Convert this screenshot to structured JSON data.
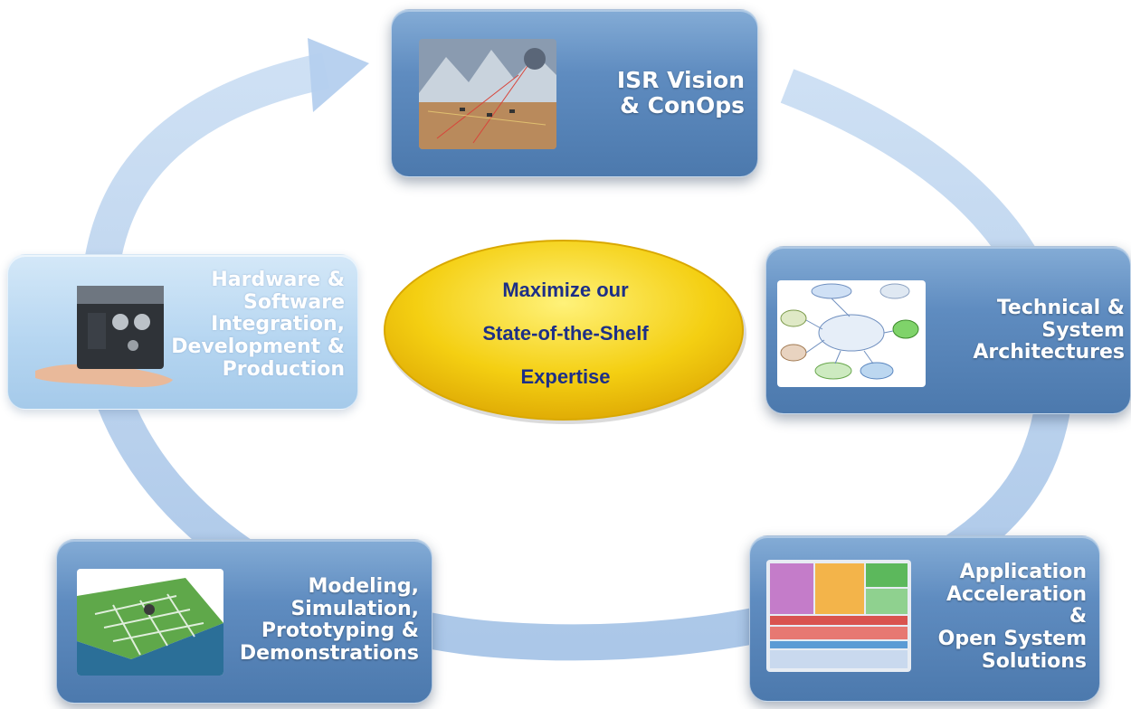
{
  "center": {
    "lines": [
      "Maximize our",
      "State-of-the-Shelf",
      "Expertise"
    ]
  },
  "cards": {
    "isr": {
      "lines": [
        "ISR Vision",
        "& ConOps"
      ],
      "image": "battlefield-scene-image"
    },
    "technical": {
      "lines": [
        "Technical &",
        "System",
        "Architectures"
      ],
      "image": "network-architecture-image"
    },
    "application": {
      "lines": [
        "Application",
        "Acceleration",
        "&",
        "Open System",
        "Solutions"
      ],
      "image": "software-stack-diagram-image"
    },
    "modeling": {
      "lines": [
        "Modeling,",
        "Simulation,",
        "Prototyping &",
        "Demonstrations"
      ],
      "image": "terrain-model-image"
    },
    "hardware": {
      "lines": [
        "Hardware &",
        "Software",
        "Integration,",
        "Development &",
        "Production"
      ],
      "image": "hardware-device-in-hand-image"
    }
  },
  "colors": {
    "card_dark": "#5f8cc0",
    "card_light": "#b6d6f1",
    "cycle_arrow": "#a8c6e8",
    "center_fill": "#f4cf12",
    "center_text": "#1d2f87"
  }
}
